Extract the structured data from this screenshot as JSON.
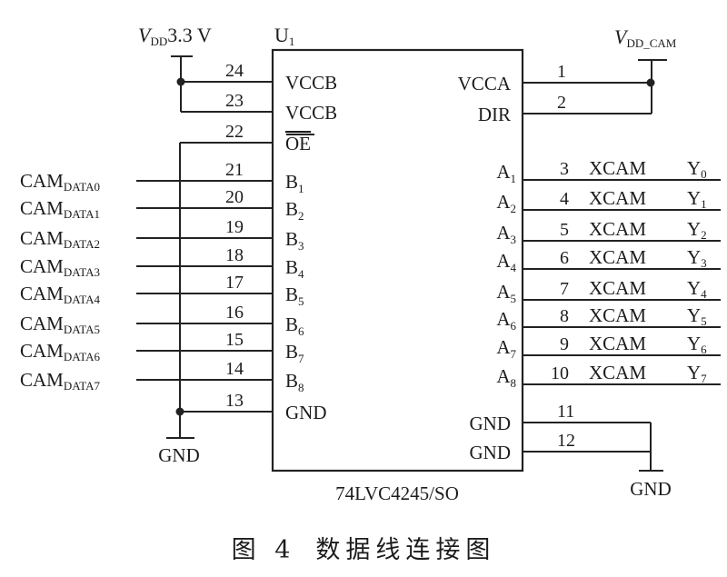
{
  "figure": {
    "caption_prefix": "图 4",
    "caption_title": "数据线连接图"
  },
  "chip": {
    "designator_main": "U",
    "designator_sub": "1",
    "part_number": "74LVC4245/SO"
  },
  "power": {
    "vddb": {
      "v": "V",
      "sub": "DD",
      "value": "3.3 V"
    },
    "vdda": {
      "v": "V",
      "sub": "DD_CAM"
    }
  },
  "ground_label": "GND",
  "left_pins": [
    {
      "num": "24",
      "name": "VCCB",
      "name_sub": ""
    },
    {
      "num": "23",
      "name": "VCCB",
      "name_sub": ""
    },
    {
      "num": "22",
      "name": "OE",
      "name_sub": "",
      "overbar": true
    },
    {
      "num": "21",
      "name": "B",
      "name_sub": "1",
      "net": "CAM",
      "net_sub": "DATA0"
    },
    {
      "num": "20",
      "name": "B",
      "name_sub": "2",
      "net": "CAM",
      "net_sub": "DATA1"
    },
    {
      "num": "19",
      "name": "B",
      "name_sub": "3",
      "net": "CAM",
      "net_sub": "DATA2"
    },
    {
      "num": "18",
      "name": "B",
      "name_sub": "4",
      "net": "CAM",
      "net_sub": "DATA3"
    },
    {
      "num": "17",
      "name": "B",
      "name_sub": "5",
      "net": "CAM",
      "net_sub": "DATA4"
    },
    {
      "num": "16",
      "name": "B",
      "name_sub": "6",
      "net": "CAM",
      "net_sub": "DATA5"
    },
    {
      "num": "15",
      "name": "B",
      "name_sub": "7",
      "net": "CAM",
      "net_sub": "DATA6"
    },
    {
      "num": "14",
      "name": "B",
      "name_sub": "8",
      "net": "CAM",
      "net_sub": "DATA7"
    },
    {
      "num": "13",
      "name": "GND",
      "name_sub": ""
    }
  ],
  "right_pins": [
    {
      "num": "1",
      "name": "VCCA",
      "name_sub": ""
    },
    {
      "num": "2",
      "name": "DIR",
      "name_sub": ""
    },
    {
      "num": "3",
      "name": "A",
      "name_sub": "1",
      "net": "XCAM",
      "net_y": "Y",
      "net_y_sub": "0"
    },
    {
      "num": "4",
      "name": "A",
      "name_sub": "2",
      "net": "XCAM",
      "net_y": "Y",
      "net_y_sub": "1"
    },
    {
      "num": "5",
      "name": "A",
      "name_sub": "3",
      "net": "XCAM",
      "net_y": "Y",
      "net_y_sub": "2"
    },
    {
      "num": "6",
      "name": "A",
      "name_sub": "4",
      "net": "XCAM",
      "net_y": "Y",
      "net_y_sub": "3"
    },
    {
      "num": "7",
      "name": "A",
      "name_sub": "5",
      "net": "XCAM",
      "net_y": "Y",
      "net_y_sub": "4"
    },
    {
      "num": "8",
      "name": "A",
      "name_sub": "6",
      "net": "XCAM",
      "net_y": "Y",
      "net_y_sub": "5"
    },
    {
      "num": "9",
      "name": "A",
      "name_sub": "7",
      "net": "XCAM",
      "net_y": "Y",
      "net_y_sub": "6"
    },
    {
      "num": "10",
      "name": "A",
      "name_sub": "8",
      "net": "XCAM",
      "net_y": "Y",
      "net_y_sub": "7"
    },
    {
      "num": "11",
      "name": "GND",
      "name_sub": ""
    },
    {
      "num": "12",
      "name": "GND",
      "name_sub": ""
    }
  ]
}
